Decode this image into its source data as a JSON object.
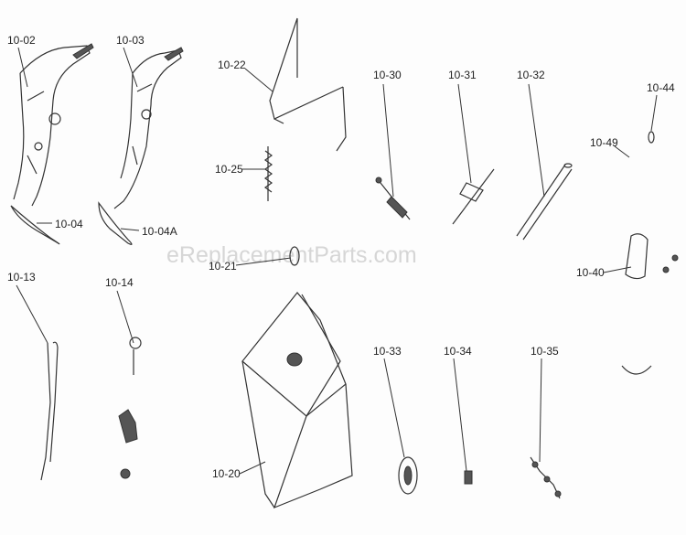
{
  "watermark": "eReplacementParts.com",
  "labels": {
    "p1002": "10-02",
    "p1003": "10-03",
    "p1004": "10-04",
    "p1004a": "10-04A",
    "p1013": "10-13",
    "p1014": "10-14",
    "p1020": "10-20",
    "p1021": "10-21",
    "p1022": "10-22",
    "p1025": "10-25",
    "p1030": "10-30",
    "p1031": "10-31",
    "p1032": "10-32",
    "p1033": "10-33",
    "p1034": "10-34",
    "p1035": "10-35",
    "p1040": "10-40",
    "p1044": "10-44",
    "p1049": "10-49"
  }
}
